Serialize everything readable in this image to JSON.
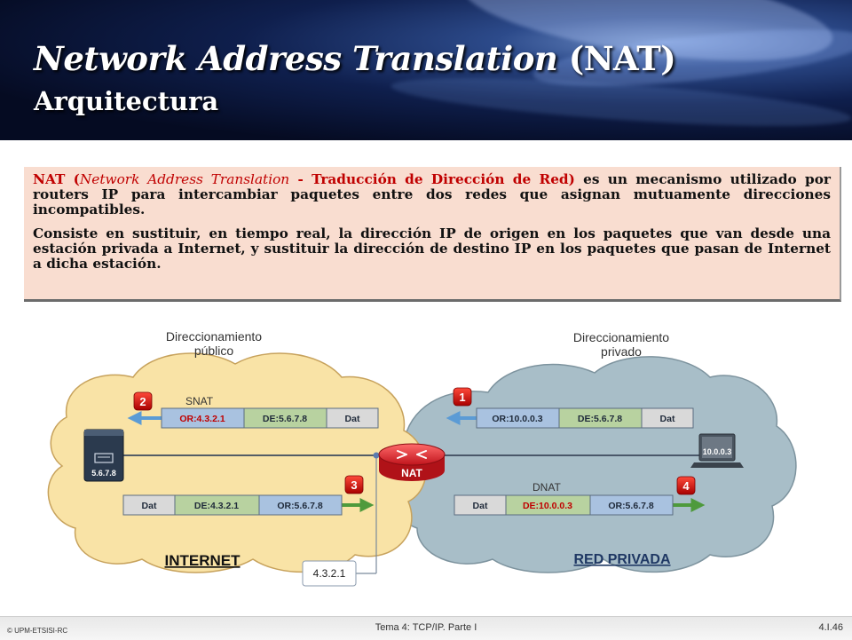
{
  "header": {
    "title_italic": "Network Address Translation",
    "title_plain": " (NAT)",
    "subtitle": "Arquitectura"
  },
  "intro": {
    "p1_acronym": "NAT",
    "p1_open": " (",
    "p1_term": "Network Address Translation",
    "p1_translation": " - Traducción de Dirección de Red)",
    "p1_rest": " es un mecanismo utilizado por routers IP para intercambiar paquetes entre dos redes que asignan mutuamente direcciones incompatibles.",
    "p2": "Consiste en sustituir, en tiempo real, la dirección IP de origen en los paquetes que van desde una estación privada a Internet, y sustituir la dirección de destino IP en los paquetes que pasan de Internet a dicha estación."
  },
  "diagram": {
    "public_label_1": "Direccionamiento",
    "public_label_2": "público",
    "private_label_1": "Direccionamiento",
    "private_label_2": "privado",
    "internet_label": "INTERNET",
    "private_net_label": "RED PRIVADA",
    "server_ip": "5.6.7.8",
    "host_ip": "10.0.0.3",
    "router_label": "NAT",
    "router_public_ip": "4.3.2.1",
    "snat_label": "SNAT",
    "dnat_label": "DNAT",
    "step1": "1",
    "step2": "2",
    "step3": "3",
    "step4": "4",
    "packet1": {
      "or": "OR:10.0.0.3",
      "de": "DE:5.6.7.8",
      "dat": "Dat"
    },
    "packet2": {
      "or": "OR:4.3.2.1",
      "de": "DE:5.6.7.8",
      "dat": "Dat"
    },
    "packet3": {
      "dat": "Dat",
      "de": "DE:4.3.2.1",
      "or": "OR:5.6.7.8"
    },
    "packet4": {
      "dat": "Dat",
      "de": "DE:10.0.0.3",
      "or": "OR:5.6.7.8"
    },
    "colors": {
      "public_cloud": "#f9e3a6",
      "private_cloud": "#a8bec8",
      "or_field": "#a9c2e0",
      "de_field": "#b8d2a0",
      "dat_field": "#d9d9d9",
      "highlight_text": "#c00000",
      "router": "#d9232b",
      "left_arrow": "#5b9bd5",
      "right_arrow": "#4e9a3c"
    }
  },
  "footer": {
    "left": "© UPM-ETSISI-RC",
    "center": "Tema 4: TCP/IP. Parte I",
    "right": "4.I.46"
  }
}
